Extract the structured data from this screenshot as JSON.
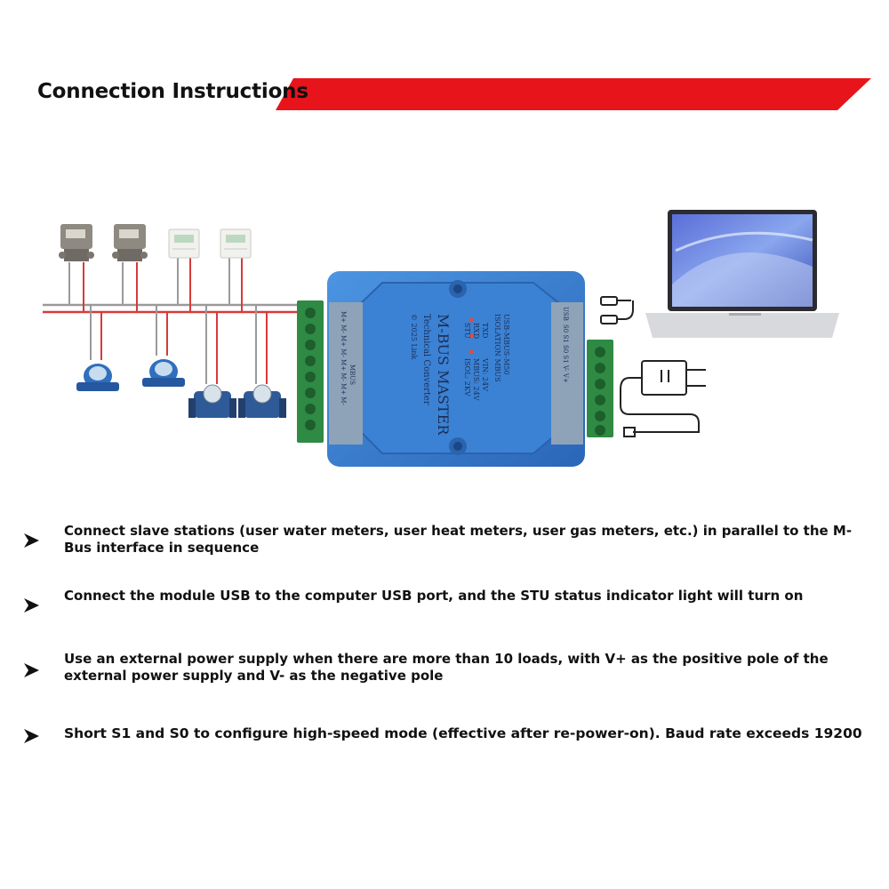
{
  "header": {
    "title": "Connection Instructions",
    "accent_color": "#e8141b"
  },
  "diagram": {
    "module": {
      "name": "M-BUS MASTER",
      "subtitle": "Technical Converter",
      "year_brand": "© 2025 Link",
      "model_lines": [
        "USB-MBUS-M50",
        "ISOLATION MBUS"
      ],
      "indicators": [
        {
          "label": "TXD",
          "value": "VIN: 24V"
        },
        {
          "label": "RXD",
          "value": "MBUS: 24V"
        },
        {
          "label": "STU",
          "value": "ISOL: 2KV"
        }
      ],
      "left_port_label": "MBUS",
      "left_pins": "M+ M- M+ M- M+ M- M+ M-",
      "right_port_label": "USB",
      "right_pins": "S0 S1 S0 S1 V- V+",
      "body_color": "#3a7fd0",
      "terminal_color": "#2f8a43"
    },
    "devices": [
      {
        "kind": "gas-meter"
      },
      {
        "kind": "gas-meter"
      },
      {
        "kind": "heat-meter"
      },
      {
        "kind": "heat-meter"
      },
      {
        "kind": "water-meter"
      },
      {
        "kind": "water-meter"
      },
      {
        "kind": "large-water-meter"
      },
      {
        "kind": "large-water-meter"
      }
    ],
    "right_side": [
      "usb-cable-icon",
      "laptop-icon",
      "power-adapter-icon"
    ]
  },
  "instructions": [
    {
      "icon": "arrow-bullet-icon",
      "text": "Connect slave stations (user water meters, user heat meters, user gas meters, etc.) in parallel to the M-Bus interface in sequence"
    },
    {
      "icon": "arrow-bullet-icon",
      "text": "Connect the module USB to the computer USB port, and the STU status indicator light will turn on"
    },
    {
      "icon": "arrow-bullet-icon",
      "text": "Use an external power supply when there are more than 10 loads, with V+ as the positive pole of the external power supply and V- as the negative pole"
    },
    {
      "icon": "arrow-bullet-icon",
      "text": "Short S1 and S0 to configure high-speed mode (effective after re-power-on). Baud rate exceeds 19200"
    }
  ]
}
